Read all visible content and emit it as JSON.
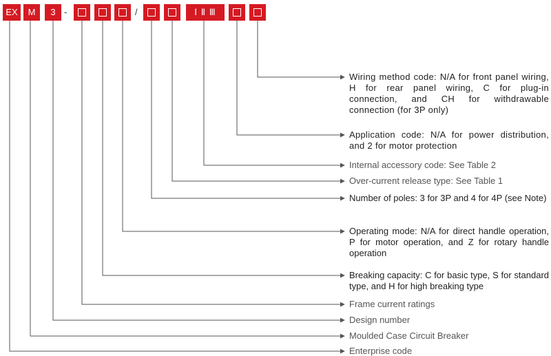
{
  "code": {
    "boxes": [
      {
        "label": "EX",
        "placeholder": false
      },
      {
        "label": "M",
        "placeholder": false
      },
      {
        "label": "3",
        "placeholder": false
      },
      {
        "label": "",
        "placeholder": true
      },
      {
        "label": "",
        "placeholder": true
      },
      {
        "label": "",
        "placeholder": true
      },
      {
        "label": "",
        "placeholder": true
      },
      {
        "label": "",
        "placeholder": true
      },
      {
        "label": "Ⅰ Ⅱ Ⅲ",
        "placeholder": false
      },
      {
        "label": "",
        "placeholder": true
      },
      {
        "label": "",
        "placeholder": true
      }
    ],
    "separator_dash": "-",
    "separator_slash": "/"
  },
  "descriptions": [
    "Wiring method code: N/A for front panel wiring, H for rear panel wiring, C for plug-in connection, and CH for withdrawable connection (for 3P only)",
    "Application code: N/A for power distribution, and 2 for motor protection",
    "Internal accessory code: See Table 2",
    "Over-current release type: See Table 1",
    "Number of poles: 3 for 3P and 4 for 4P (see Note)",
    "Operating mode: N/A for direct handle operation, P for motor operation, and Z for rotary handle operation",
    "Breaking capacity: C for basic type, S for standard type, and H for high breaking type",
    "Frame current ratings",
    "Design number",
    "Moulded Case Circuit Breaker",
    "Enterprise code"
  ],
  "colors": {
    "box_red": "#d51a23",
    "line": "#555555"
  }
}
